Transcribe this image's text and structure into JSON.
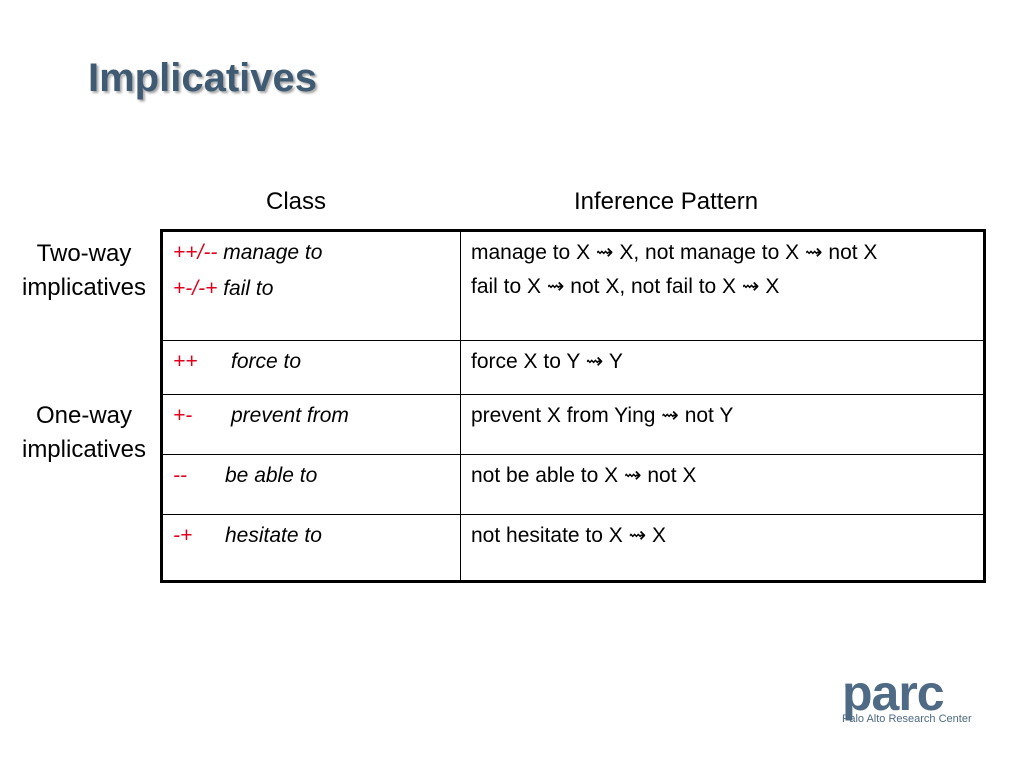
{
  "slide": {
    "title": "Implicatives"
  },
  "headers": {
    "class": "Class",
    "inference": "Inference Pattern"
  },
  "side_labels": {
    "two_way_1": "Two-way",
    "two_way_2": "implicatives",
    "one_way_1": "One-way",
    "one_way_2": "implicatives"
  },
  "rows": [
    {
      "class_lines": [
        {
          "sign": "++/--",
          "verb": "manage to"
        },
        {
          "sign": "+-/-+",
          "verb": "fail to"
        }
      ],
      "patterns": [
        "manage to X ⇝ X, not manage to X ⇝ not X",
        "fail to X ⇝ not X, not fail to X ⇝ X"
      ]
    },
    {
      "class_lines": [
        {
          "sign": "++",
          "verb": "force to"
        }
      ],
      "patterns": [
        "force X to Y ⇝ Y"
      ]
    },
    {
      "class_lines": [
        {
          "sign": "+-",
          "verb": "prevent from"
        }
      ],
      "patterns": [
        "prevent X from Ying  ⇝ not Y"
      ]
    },
    {
      "class_lines": [
        {
          "sign": "--",
          "verb": "be able to"
        }
      ],
      "patterns": [
        "not be able to X ⇝ not X"
      ]
    },
    {
      "class_lines": [
        {
          "sign": "-+",
          "verb": "hesitate to"
        }
      ],
      "patterns": [
        "not hesitate to X ⇝ X"
      ]
    }
  ],
  "logo": {
    "word": "parc",
    "tagline": "Palo Alto Research Center"
  },
  "colors": {
    "title": "#3f5b73",
    "sign": "#e0001b",
    "logo": "#4e6a85"
  }
}
